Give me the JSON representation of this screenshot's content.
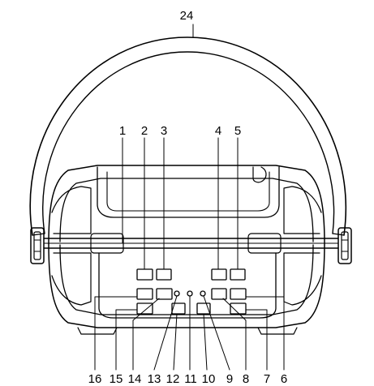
{
  "figure": {
    "kind": "boombox-line-drawing",
    "stroke_color": "#000000",
    "background_color": "#ffffff"
  },
  "callouts": {
    "top_labels": [
      "1",
      "2",
      "3",
      "4",
      "5"
    ],
    "handle_label": "24",
    "bottom_labels": [
      "16",
      "15",
      "14",
      "13",
      "12",
      "11",
      "10",
      "9",
      "8",
      "7",
      "6"
    ]
  }
}
